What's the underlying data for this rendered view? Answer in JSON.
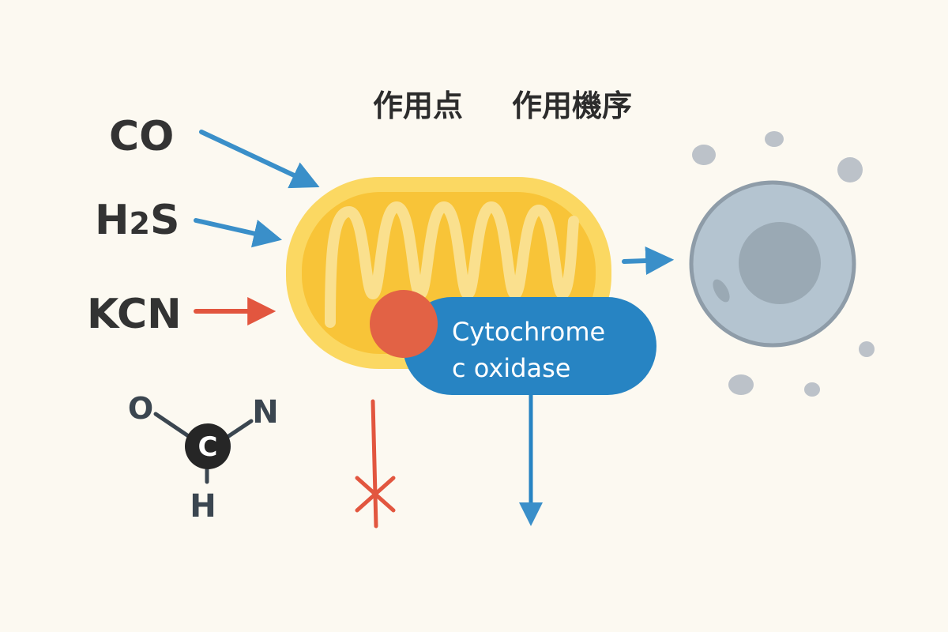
{
  "header": {
    "site_of_action": "作用点",
    "mechanism_of_action": "作用機序"
  },
  "toxins": {
    "co": "CO",
    "h2s_h": "H",
    "h2s_sub": "2",
    "h2s_s": "S",
    "kcn": "KCN"
  },
  "enzyme": {
    "line1": "Cytochrome",
    "line2": "c oxidase"
  },
  "molecule": {
    "o": "O",
    "c": "C",
    "n": "N",
    "h": "H"
  },
  "colors": {
    "background": "#fcf9f1",
    "arrow_blue": "#3a8fc9",
    "arrow_red": "#e2563f",
    "mito_outer": "#fbd862",
    "mito_inner": "#f8c438",
    "mito_cristae": "#fae08e",
    "enzyme_blue": "#2784c3",
    "enzyme_red": "#e26245",
    "cell_body": "#b4c4d0",
    "cell_edge": "#8e9ca8",
    "nucleus": "#9aa9b4",
    "particles": "#bcc2c9",
    "text_dark": "#333333"
  }
}
